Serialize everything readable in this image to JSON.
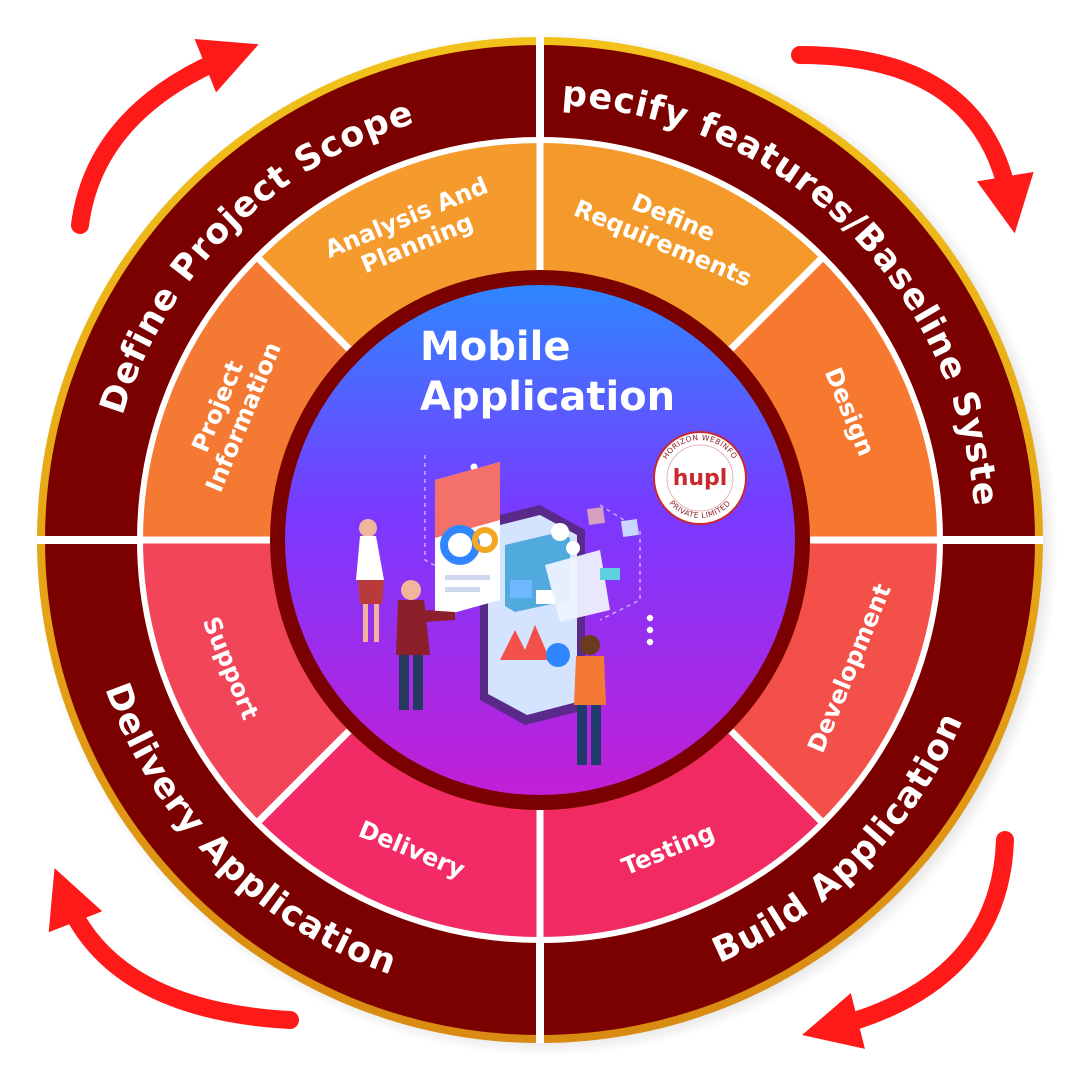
{
  "center": {
    "title_line1": "Mobile",
    "title_line2": "Application"
  },
  "logo": {
    "mark": "hupl",
    "ring_top": "HORIZON WEBINFO",
    "ring_bottom": "PRIVATE LIMITED"
  },
  "outer_segments": [
    {
      "label": "Define Project Scope"
    },
    {
      "label": "Specify features/Baseline System"
    },
    {
      "label": "Build Application"
    },
    {
      "label": "Delivery Application"
    }
  ],
  "inner_segments": [
    {
      "lines": [
        "Define",
        "Requirements"
      ],
      "color": "#f49a2a"
    },
    {
      "lines": [
        "Design"
      ],
      "color": "#f7792f"
    },
    {
      "lines": [
        "Development"
      ],
      "color": "#f4504a"
    },
    {
      "lines": [
        "Testing"
      ],
      "color": "#f22a62"
    },
    {
      "lines": [
        "Delivery"
      ],
      "color": "#f22a66"
    },
    {
      "lines": [
        "Support"
      ],
      "color": "#f2455a"
    },
    {
      "lines": [
        "Project",
        "Information"
      ],
      "color": "#f47a33"
    },
    {
      "lines": [
        "Analysis And",
        "Planning"
      ],
      "color": "#f59a2c"
    }
  ],
  "colors": {
    "outer_ring": "#7b0000",
    "arrow": "#ff1a1a",
    "divider": "#ffffff",
    "center_top": "#2f86ff",
    "center_bottom": "#c21fd6"
  },
  "arrow_icons": [
    "curved-arrow-icon",
    "curved-arrow-icon",
    "curved-arrow-icon",
    "curved-arrow-icon"
  ]
}
